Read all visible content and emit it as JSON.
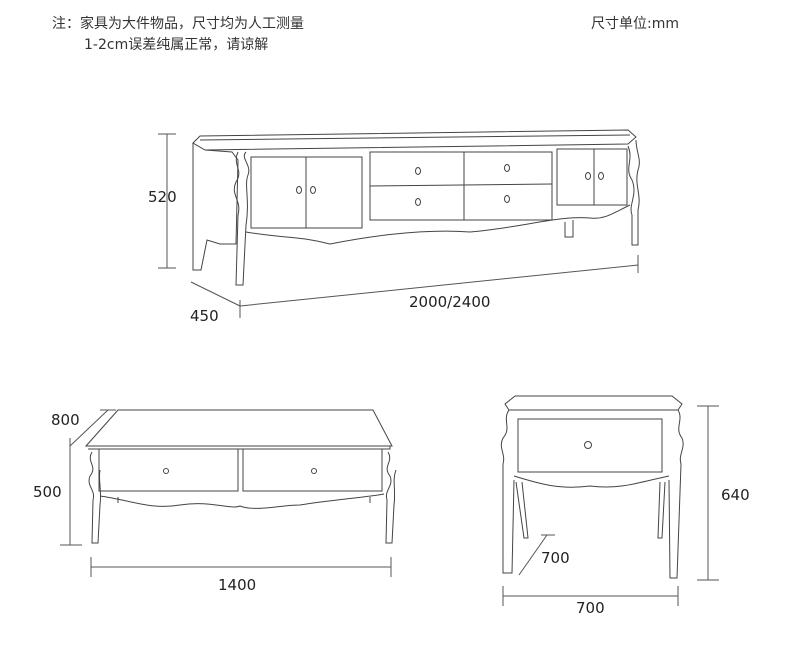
{
  "notes": {
    "line1": "注：家具为大件物品，尺寸均为人工测量",
    "line2": "1-2cm误差纯属正常，请谅解",
    "unit": "尺寸单位:mm"
  },
  "tv_cabinet": {
    "height": "520",
    "depth": "450",
    "width": "2000/2400"
  },
  "coffee_table": {
    "depth": "800",
    "height": "500",
    "width": "1400"
  },
  "side_table": {
    "height": "640",
    "depth": "700",
    "width": "700"
  }
}
